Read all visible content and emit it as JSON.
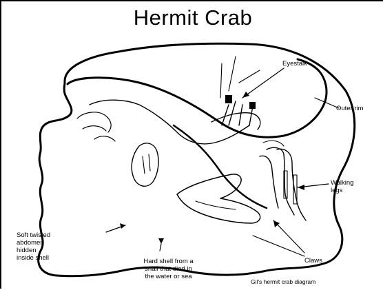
{
  "title": "Hermit Crab",
  "labels": {
    "eyestalk": "Eyestalk",
    "outer_rim": "Outer rim",
    "walking_legs": [
      "Walking",
      "legs"
    ],
    "claws": "Claws",
    "soft_abdomen": [
      "Soft twisted",
      "abdomen",
      "hidden",
      "inside shell"
    ],
    "hard_shell": [
      "Hard shell from a",
      "snail that died in",
      "the water or sea"
    ],
    "credit": "Gil's hermit crab diagram"
  },
  "colors": {
    "line": "#000000",
    "background": "#ffffff"
  }
}
